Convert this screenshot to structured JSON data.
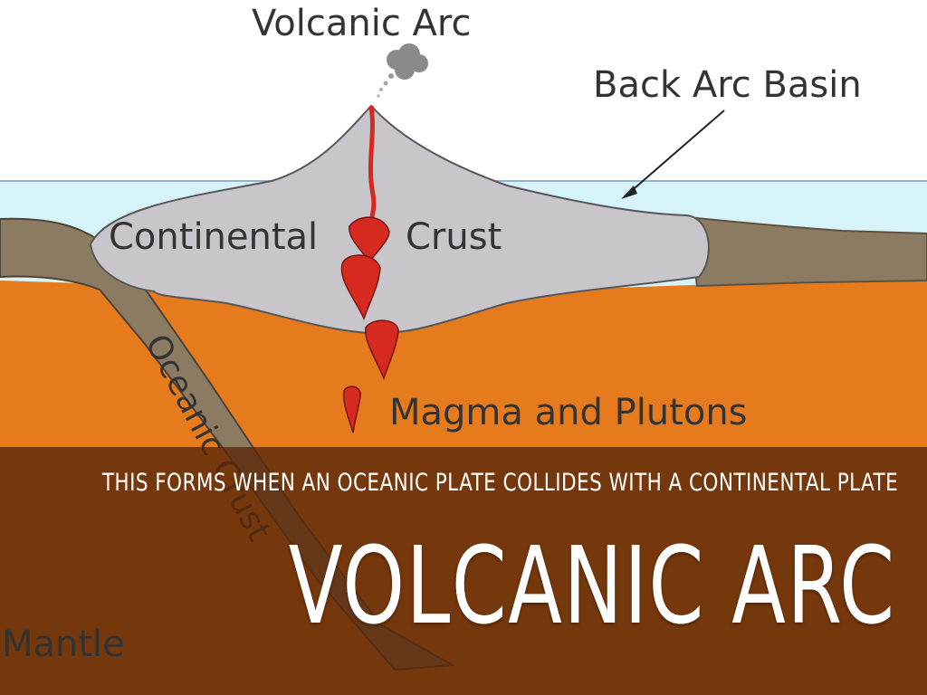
{
  "diagram": {
    "labels": {
      "volcanic_arc": "Volcanic Arc",
      "back_arc_basin": "Back Arc Basin",
      "continental": "Continental",
      "crust": "Crust",
      "oceanic_crust": "Oceanic Crust",
      "magma_and_plutons": "Magma and Plutons",
      "mantle": "Mantle"
    },
    "colors": {
      "ocean": "#d5f3f8",
      "continental_crust": "#c8c6cb",
      "oceanic_crust": "#8c7b63",
      "mantle": "#e67b1e",
      "magma": "#d62a20",
      "smoke": "#8a8a8a"
    }
  },
  "overlay": {
    "subtitle": "THIS FORMS WHEN AN OCEANIC PLATE COLLIDES WITH A CONTINENTAL PLATE",
    "title": "VOLCANIC ARC",
    "band_color": "#5c2808"
  }
}
